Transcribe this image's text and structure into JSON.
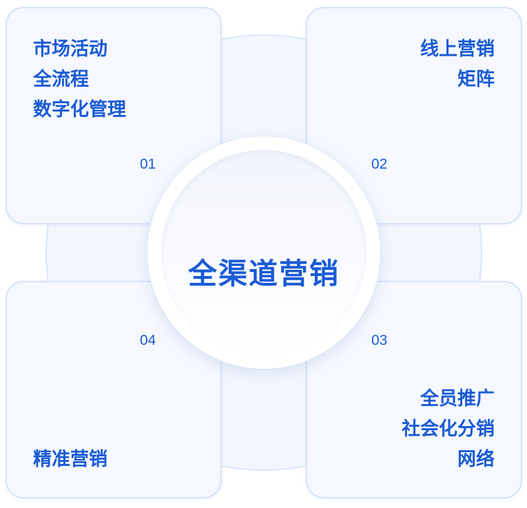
{
  "center": {
    "title": "全渠道营销"
  },
  "cards": [
    {
      "number": "01",
      "lines": [
        "市场活动",
        "全流程",
        "数字化管理"
      ]
    },
    {
      "number": "02",
      "lines": [
        "线上营销",
        "矩阵"
      ]
    },
    {
      "number": "03",
      "lines": [
        "全员推广",
        "社会化分销",
        "网络"
      ]
    },
    {
      "number": "04",
      "lines": [
        "精准营销"
      ]
    }
  ],
  "colors": {
    "accent": "#1a5bd6",
    "card_bg": "#f5f8fe",
    "card_border": "#d4e2fb"
  }
}
